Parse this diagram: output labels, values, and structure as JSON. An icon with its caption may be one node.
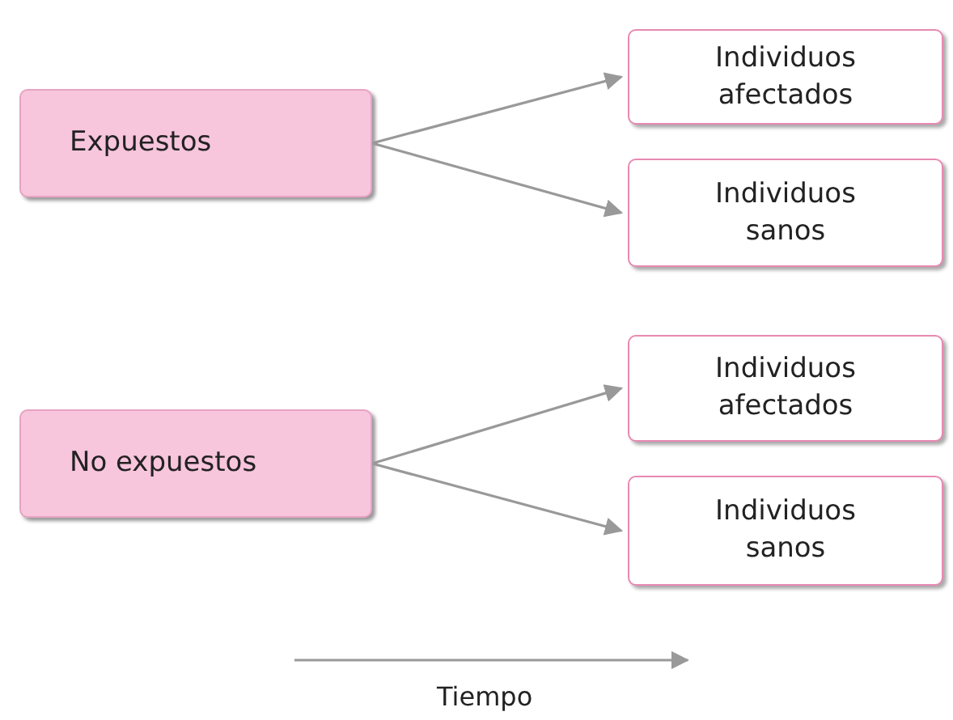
{
  "diagram": {
    "nodes": [
      {
        "text": [
          "Expuestos"
        ]
      },
      {
        "text": [
          "Individuos afectados"
        ]
      },
      {
        "text": [
          "Individuos sanos"
        ]
      },
      {
        "text": [
          "No expuestos"
        ]
      },
      {
        "text": [
          "Individuos afectados"
        ]
      },
      {
        "text": [
          "Individuos sanos"
        ]
      }
    ],
    "edges": [
      {
        "from": 0,
        "to": 1,
        "arrow": "to"
      },
      {
        "from": 0,
        "to": 2,
        "arrow": "to"
      },
      {
        "from": 3,
        "to": 4,
        "arrow": "to"
      },
      {
        "from": 3,
        "to": 5,
        "arrow": "to"
      }
    ],
    "labels": [
      "Tiempo"
    ]
  }
}
